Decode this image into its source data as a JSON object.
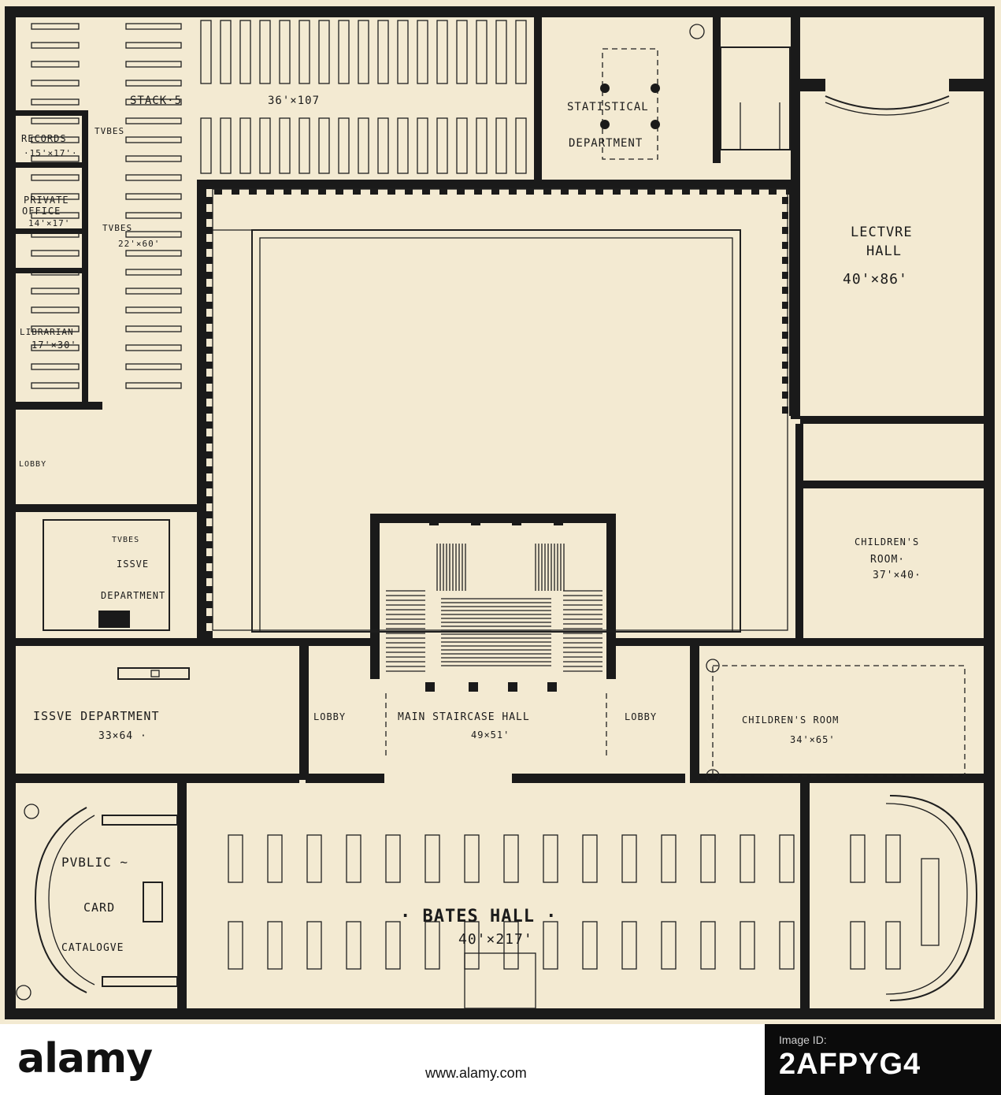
{
  "rooms": {
    "stack_label": "STACK·5",
    "stack_size": "36'×107",
    "tubes_1": "TVBES",
    "tubes_2": "TVBES",
    "tubes_size": "22'×60'",
    "records": "RECORDS",
    "records_size": "·15'×17'·",
    "private_office_1": "PRIVATE",
    "private_office_2": "OFFICE",
    "private_office_size": "14'×17'",
    "librarian": "LIBRARIAN",
    "librarian_size": "17'×30'",
    "lobby_left": "LOBBY",
    "statistical_1": "STATISTICAL",
    "statistical_2": "DEPARTMENT",
    "lecture_1": "LECTVRE",
    "lecture_2": "HALL",
    "lecture_size": "40'×86'",
    "childrens_room_1a": "CHILDREN'S",
    "childrens_room_1b": "ROOM·",
    "childrens_room_1_size": "37'×40·",
    "tubes_issue": "TVBES",
    "issue_small_1": "ISSVE",
    "issue_small_2": "DEPARTMENT",
    "issue_dept": "ISSVE DEPARTMENT",
    "issue_dept_size": "33×64 ·",
    "lobby_a": "LOBBY",
    "main_staircase": "MAIN STAIRCASE HALL",
    "main_staircase_size": "49×51'",
    "lobby_b": "LOBBY",
    "childrens_room_2": "CHILDREN'S ROOM",
    "childrens_room_2_size": "34'×65'",
    "public_1": "PVBLIC ~",
    "public_2": "CARD",
    "public_3": "CATALOGVE",
    "bates_hall": "· BATES HALL ·",
    "bates_size": "40'×217'"
  },
  "footer": {
    "brand": "alamy",
    "id_label": "Image ID:",
    "id_value": "2AFPYG4",
    "url": "www.alamy.com"
  },
  "colors": {
    "paper": "#f3ead2",
    "ink": "#1a1a1a"
  }
}
